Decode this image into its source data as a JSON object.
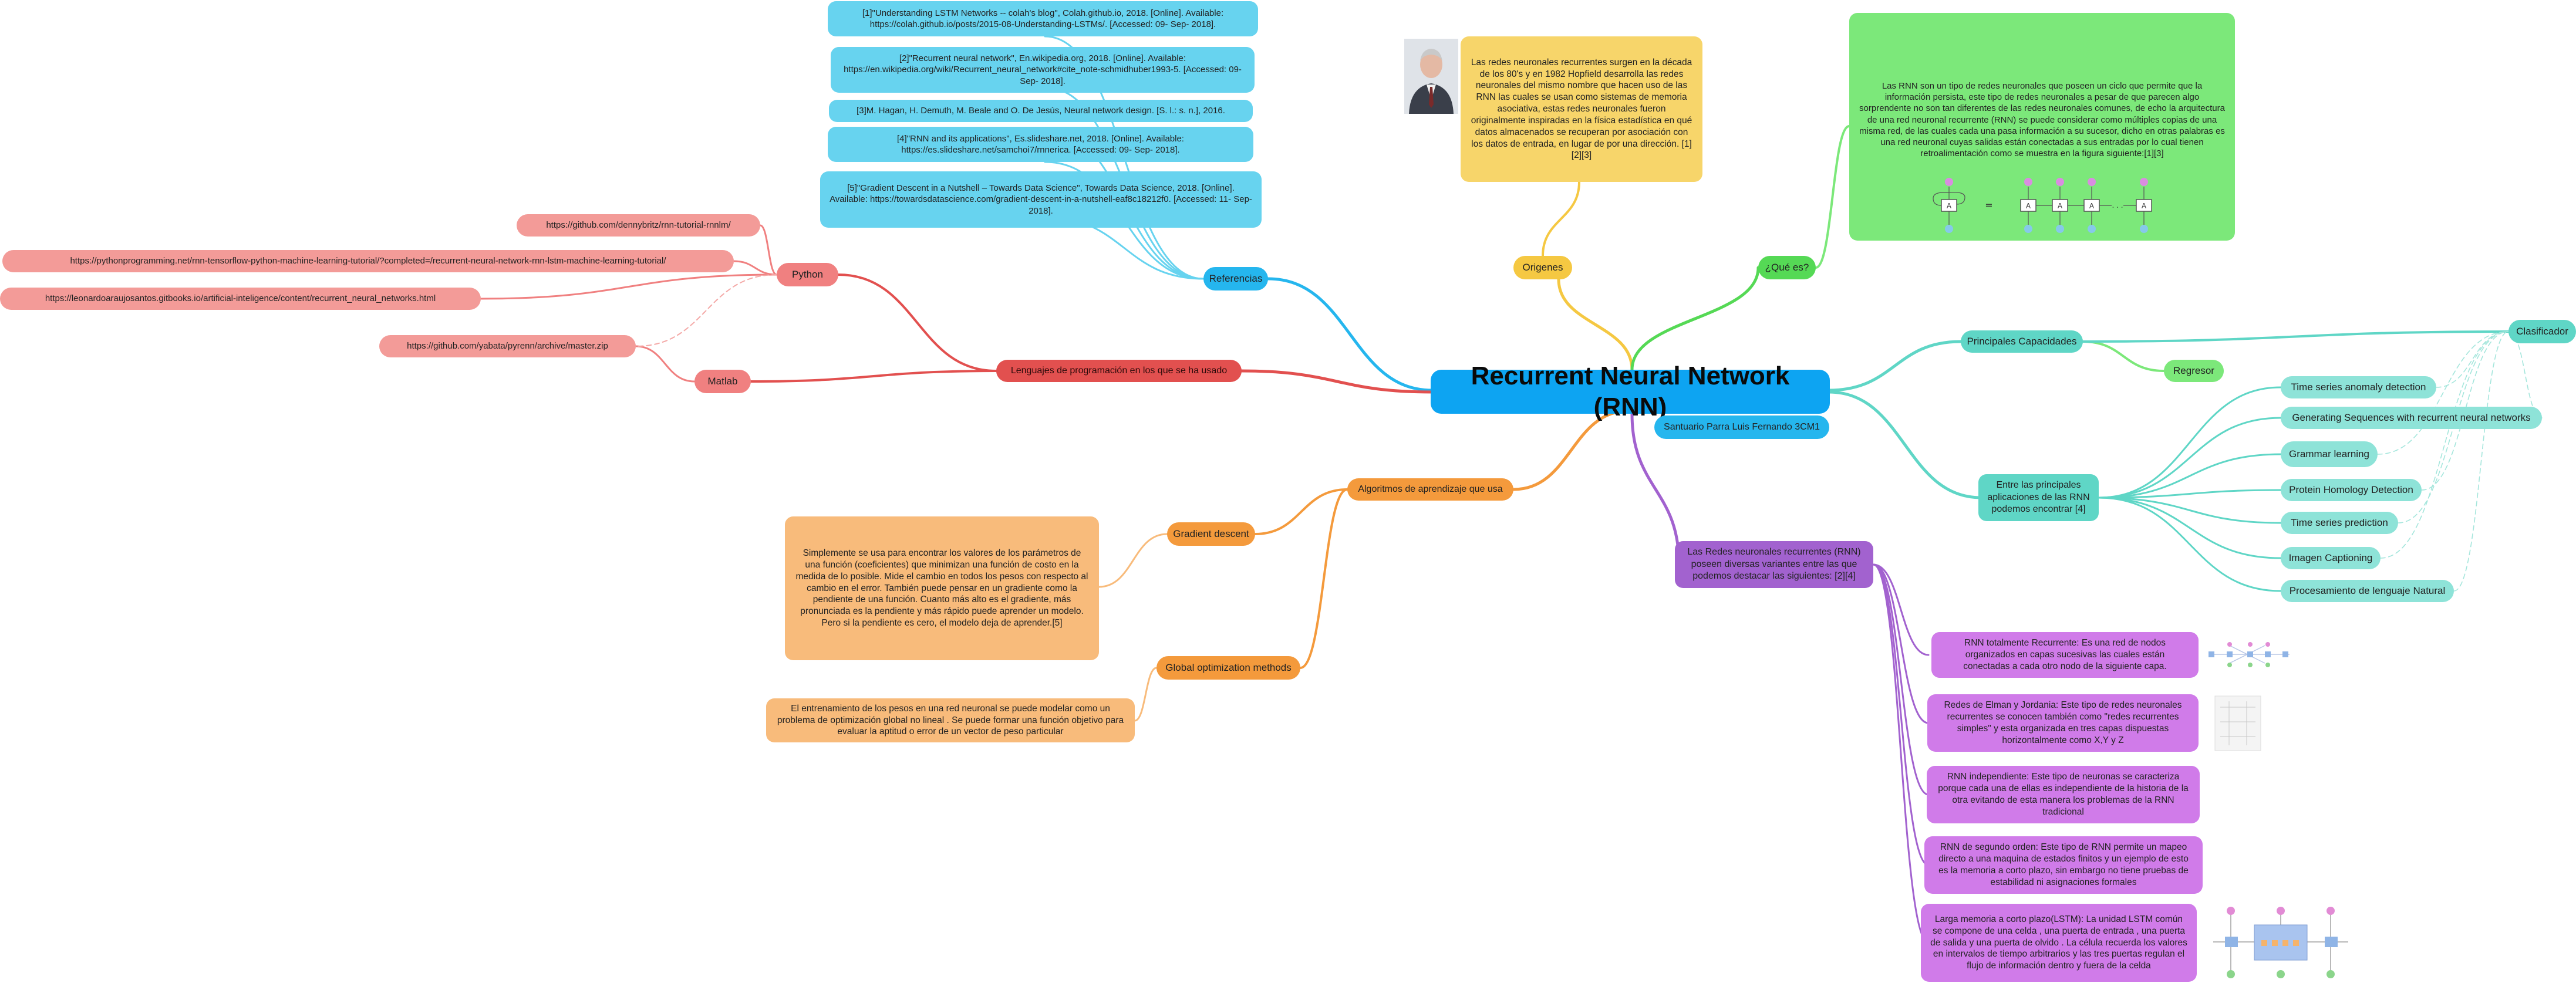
{
  "root": {
    "title": "Recurrent Neural Network (RNN)"
  },
  "author": "Santuario Parra Luis Fernando 3CM1",
  "referencias": {
    "label": "Referencias",
    "items": [
      "[1]\"Understanding LSTM Networks -- colah's blog\", Colah.github.io, 2018. [Online]. Available: https://colah.github.io/posts/2015-08-Understanding-LSTMs/. [Accessed: 09- Sep- 2018].",
      "[2]\"Recurrent neural network\", En.wikipedia.org, 2018. [Online]. Available: https://en.wikipedia.org/wiki/Recurrent_neural_network#cite_note-schmidhuber1993-5. [Accessed: 09- Sep- 2018].",
      "[3]M. Hagan, H. Demuth, M. Beale and O. De Jesús, Neural network design. [S. l.: s. n.], 2016.",
      "[4]\"RNN and its applications\", Es.slideshare.net, 2018. [Online]. Available: https://es.slideshare.net/samchoi7/rnnerica. [Accessed: 09- Sep- 2018].",
      "[5]\"Gradient Descent in a Nutshell – Towards Data Science\", Towards Data Science, 2018. [Online]. Available: https://towardsdatascience.com/gradient-descent-in-a-nutshell-eaf8c18212f0. [Accessed: 11- Sep- 2018]."
    ]
  },
  "origenes": {
    "label": "Origenes",
    "text": "Las redes neuronales recurrentes surgen en la década de los 80's y en 1982 Hopfield desarrolla las redes neuronales del mismo nombre que hacen uso de las RNN las cuales se usan como sistemas de memoria asociativa, estas redes neuronales fueron originalmente inspiradas en la física estadística en qué datos almacenados se recuperan por asociación con los datos de entrada, en lugar de por una dirección. [1][2][3]"
  },
  "que_es": {
    "label": "¿Qué es?",
    "text": "Las RNN son un tipo de redes neuronales que poseen un ciclo que permite que la información persista, este tipo de redes neuronales a pesar de que parecen algo sorprendente no son tan diferentes de las redes neuronales comunes, de echo la arquitectura de una red neuronal recurrente (RNN) se puede considerar como múltiples copias de una misma red, de las cuales cada una pasa información a su sucesor, dicho en otras palabras es una red neuronal cuyas salidas están conectadas a sus entradas por lo cual tienen retroalimentación como se muestra en la figura siguiente:[1][3]",
    "diagram_cell": "A",
    "diagram_eq": "="
  },
  "lenguajes": {
    "label": "Lenguajes de programación en los que se ha usado",
    "python": {
      "label": "Python",
      "links": [
        "https://github.com/dennybritz/rnn-tutorial-rnnlm/",
        "https://pythonprogramming.net/rnn-tensorflow-python-machine-learning-tutorial/?completed=/recurrent-neural-network-rnn-lstm-machine-learning-tutorial/",
        "https://leonardoaraujosantos.gitbooks.io/artificial-inteligence/content/recurrent_neural_networks.html"
      ]
    },
    "matlab": {
      "label": "Matlab",
      "links": [
        "https://github.com/yabata/pyrenn/archive/master.zip"
      ]
    }
  },
  "algoritmos": {
    "label": "Algoritmos de aprendizaje que usa",
    "gradient": {
      "label": "Gradient descent",
      "text": "Simplemente se usa para encontrar los valores de los parámetros de una función (coeficientes) que minimizan una función de costo en la medida de lo posible. Mide el cambio en todos los pesos con respecto al cambio en el error. También puede pensar en un gradiente como la pendiente de una función. Cuanto más alto es el gradiente, más pronunciada es la pendiente y más rápido puede aprender un modelo. Pero si la pendiente es cero, el modelo deja de aprender.[5]"
    },
    "global": {
      "label": "Global optimization methods",
      "text": "El entrenamiento de los pesos en una red neuronal se puede modelar como un problema de optimización global no lineal . Se puede formar una función objetivo para evaluar la aptitud o error de un vector de peso particular"
    }
  },
  "capacidades": {
    "label": "Principales Capacidades",
    "regresor": "Regresor",
    "clasificador": "Clasificador"
  },
  "aplicaciones": {
    "label": "Entre las principales aplicaciones de las RNN podemos encontrar [4]",
    "items": [
      "Time series anomaly detection",
      "Generating Sequences with recurrent neural networks",
      "Grammar learning",
      "Protein Homology Detection",
      "Time series prediction",
      "Imagen Captioning",
      "Procesamiento de lenguaje Natural"
    ]
  },
  "tipos": {
    "label": "Las Redes neuronales recurrentes (RNN) poseen diversas variantes entre las que podemos destacar las siguientes: [2][4]",
    "items": [
      "RNN totalmente Recurrente: Es una red de nodos organizados en capas sucesivas las cuales están conectadas a cada otro nodo de la siguiente capa.",
      "Redes de Elman y Jordania: Este tipo de redes neuronales recurrentes se conocen también como \"redes recurrentes simples\" y esta organizada en tres capas dispuestas horizontalmente como X,Y y Z",
      "RNN independiente: Este tipo de neuronas se caracteriza porque cada una de ellas es independiente de la historia de la otra evitando de esta manera los problemas de la RNN tradicional",
      "RNN de segundo orden: Este tipo de RNN permite un mapeo directo a una maquina de estados finitos y un ejemplo de esto es la memoria a corto plazo, sin embargo no tiene pruebas de estabilidad ni asignaciones formales",
      "Larga memoria a corto plazo(LSTM): La unidad LSTM común se compone de una celda , una puerta de entrada , una puerta de salida y una puerta de olvido . La célula recuerda los valores en intervalos de tiempo arbitrarios y las tres puertas regulan el flujo de información dentro y fuera de la celda"
    ]
  },
  "colors": {
    "root": "#0da4f2",
    "blue": "#67d3ef",
    "red": "#e2504f",
    "orange": "#f49a3c",
    "yellow": "#f5c842",
    "green": "#55d955",
    "teal": "#5fd6c6",
    "purple": "#a262cf"
  }
}
